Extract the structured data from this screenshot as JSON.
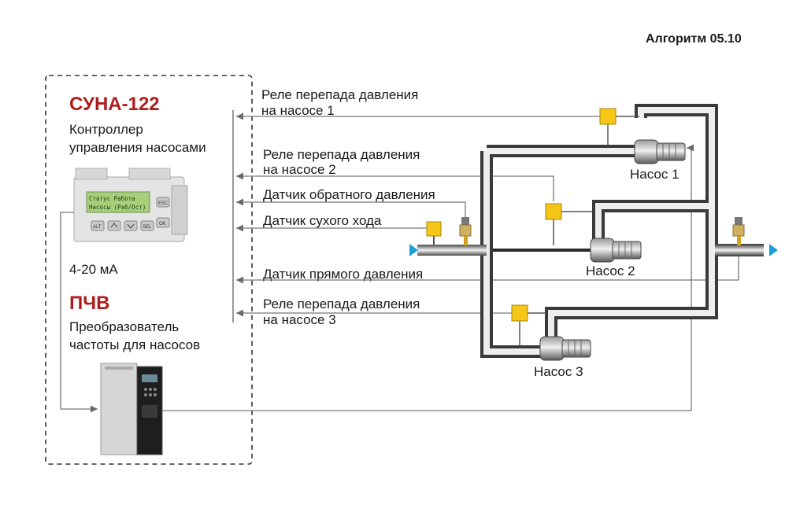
{
  "algorithm": "Алгоритм 05.10",
  "controller": {
    "name": "СУНА-122",
    "desc_line1": "Контроллер",
    "desc_line2": "управления насосами",
    "lcd_line1": "Статус  Работа",
    "lcd_line2": "Насосы (Раб/Ост)",
    "keys": [
      "ALT",
      "SEL",
      "ESC",
      "OK"
    ]
  },
  "signal": "4-20 мА",
  "converter": {
    "name": "ПЧВ",
    "desc_line1": "Преобразователь",
    "desc_line2": "частоты для насосов"
  },
  "signals": {
    "relay1_line1": "Реле перепада давления",
    "relay1_line2": "на насосе 1",
    "relay2_line1": "Реле перепада давления",
    "relay2_line2": "на насосе 2",
    "return_pressure": "Датчик обратного давления",
    "dry_run": "Датчик сухого хода",
    "supply_pressure": "Датчик прямого давления",
    "relay3_line1": "Реле перепада давления",
    "relay3_line2": "на насосе 3"
  },
  "pumps": [
    "Насос 1",
    "Насос 2",
    "Насос 3"
  ],
  "colors": {
    "relay": "#f5c518",
    "flow_arrow": "#1a9fd6",
    "brand_red": "#b01c1c"
  }
}
